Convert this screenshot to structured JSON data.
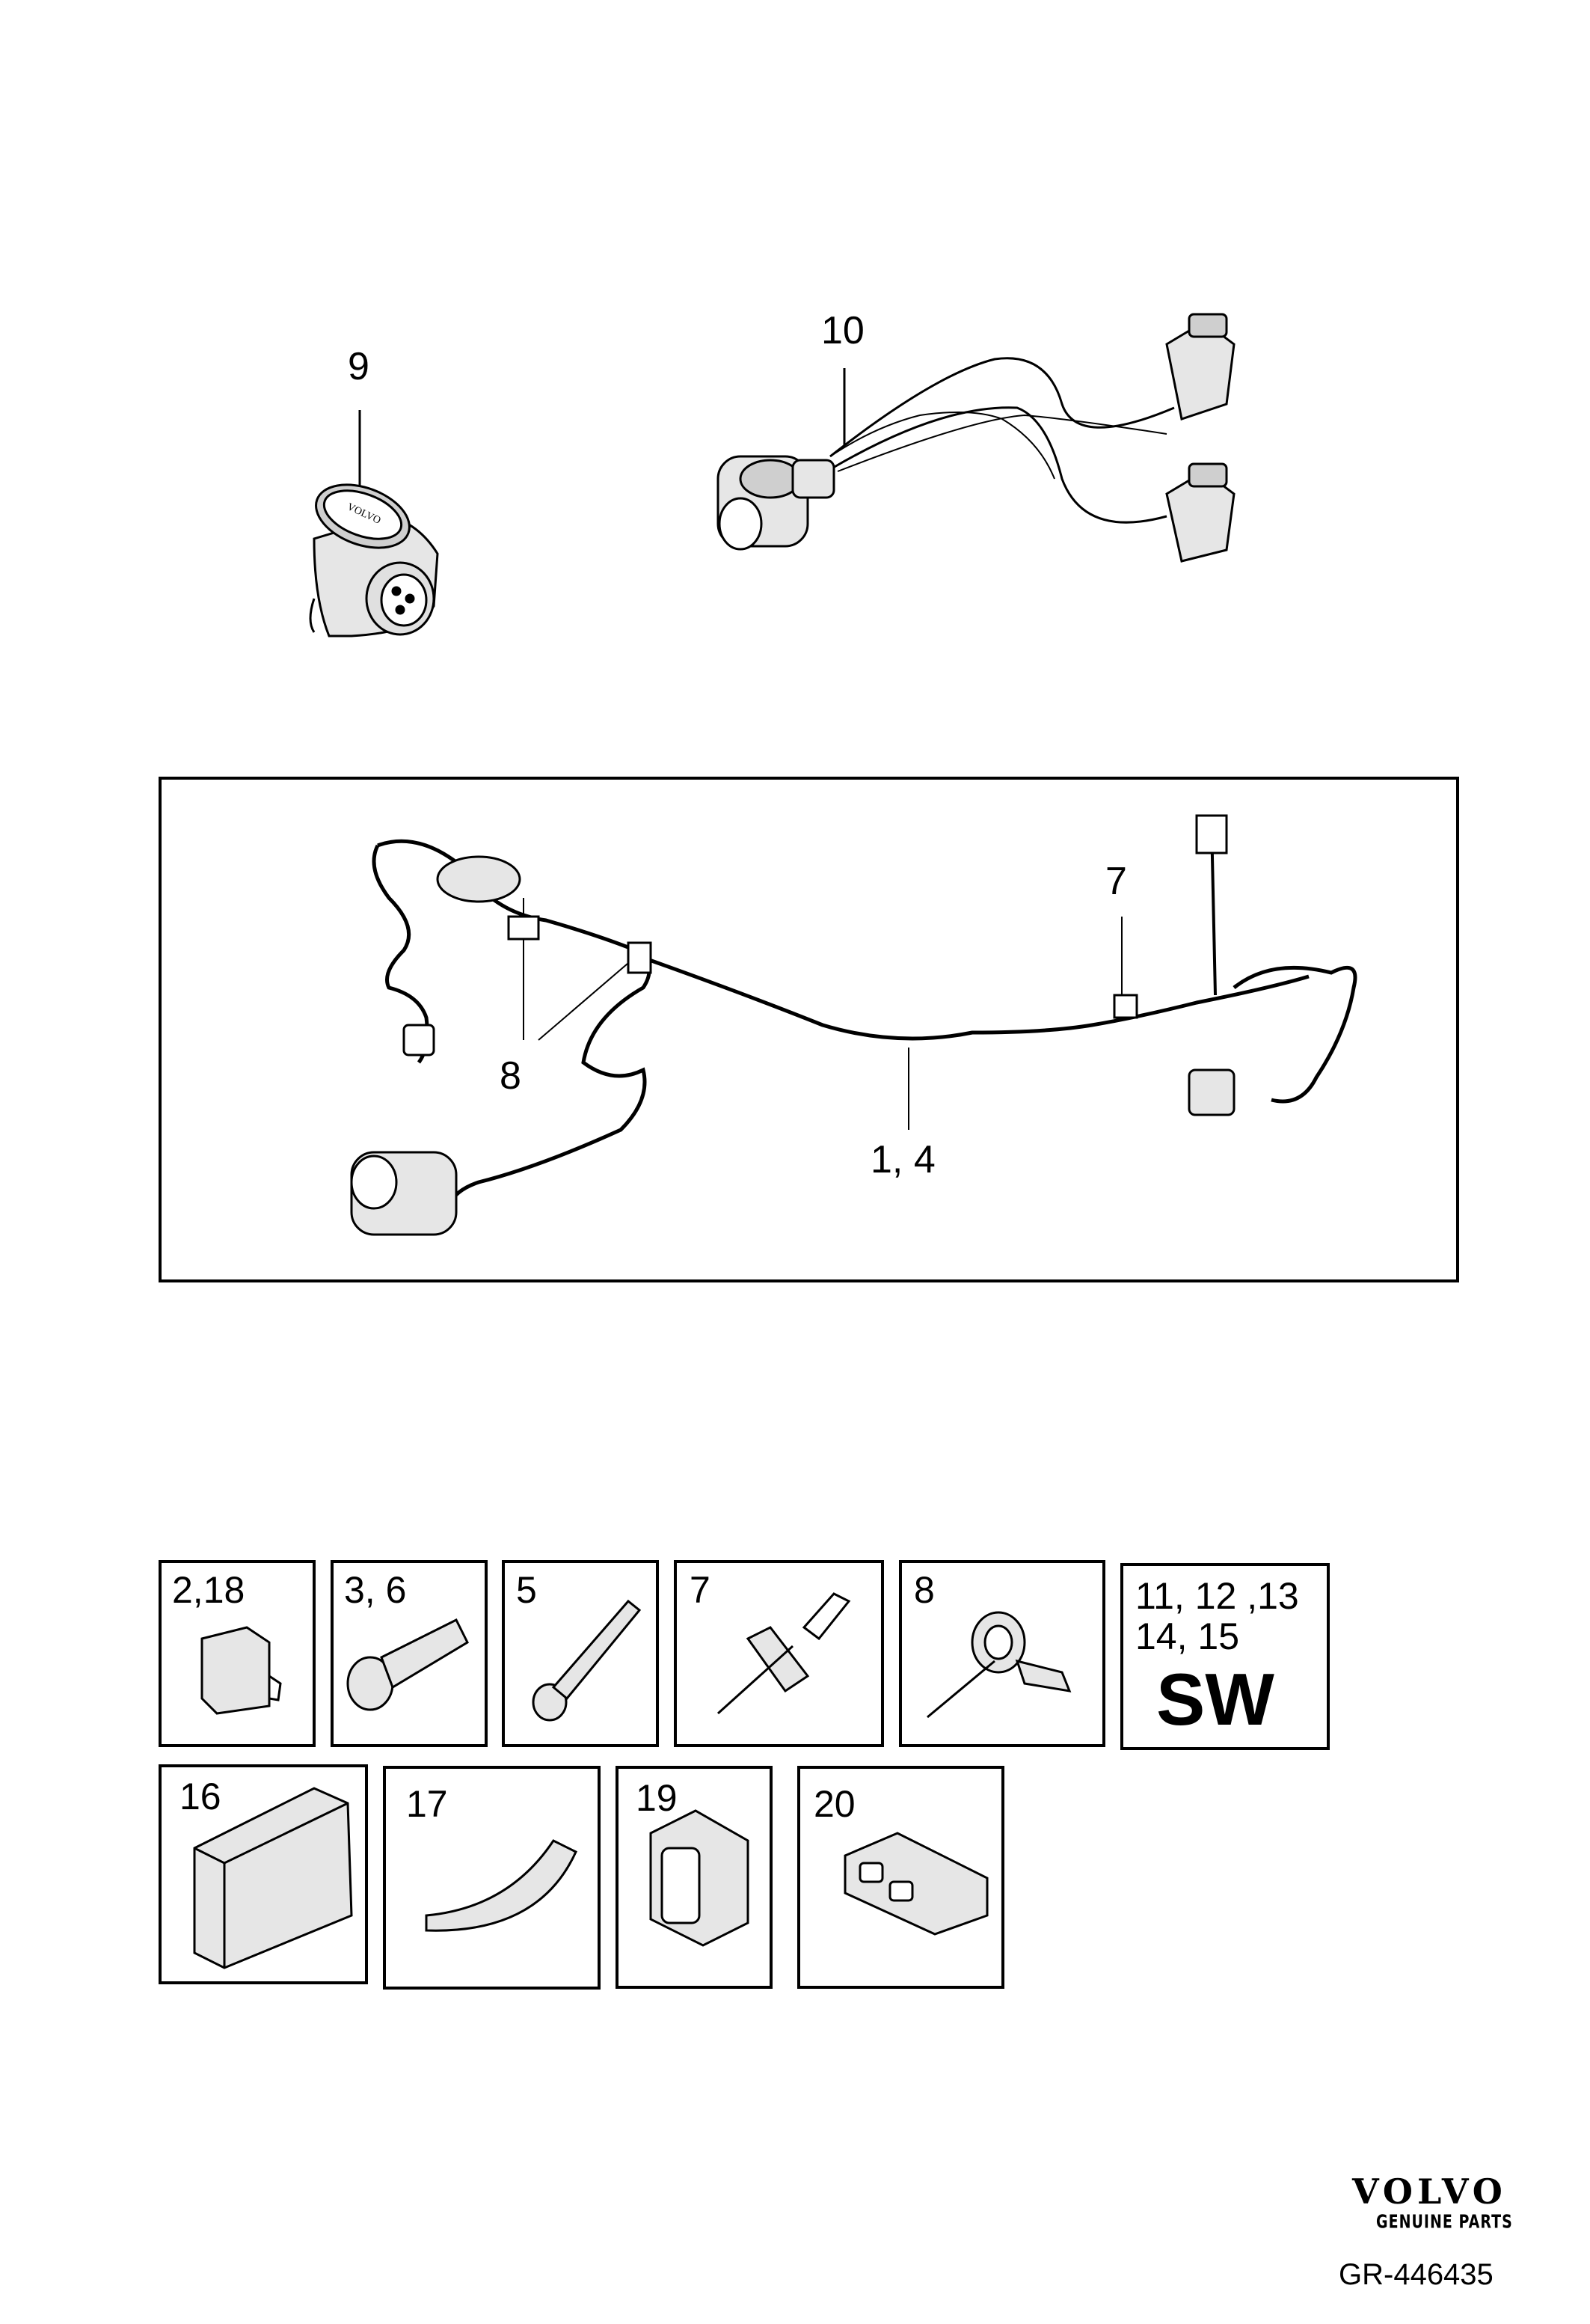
{
  "callouts": {
    "part_9": "9",
    "part_10": "10",
    "part_7": "7",
    "part_8": "8",
    "part_1_4": "1, 4"
  },
  "thumbnails": [
    {
      "label": "2,18"
    },
    {
      "label": "3, 6"
    },
    {
      "label": "5"
    },
    {
      "label": "7"
    },
    {
      "label": "8"
    },
    {
      "label_line1": "11, 12 ,13",
      "label_line2": "14, 15",
      "badge": "SW"
    },
    {
      "label": "16"
    },
    {
      "label": "17"
    },
    {
      "label": "19"
    },
    {
      "label": "20"
    }
  ],
  "logo_volvo": "VOLVO",
  "logo_genuine_parts": "GENUINE PARTS",
  "reference": "GR-446435",
  "colors": {
    "line": "#000000",
    "background": "#ffffff",
    "shade": "#d9d9d9"
  }
}
